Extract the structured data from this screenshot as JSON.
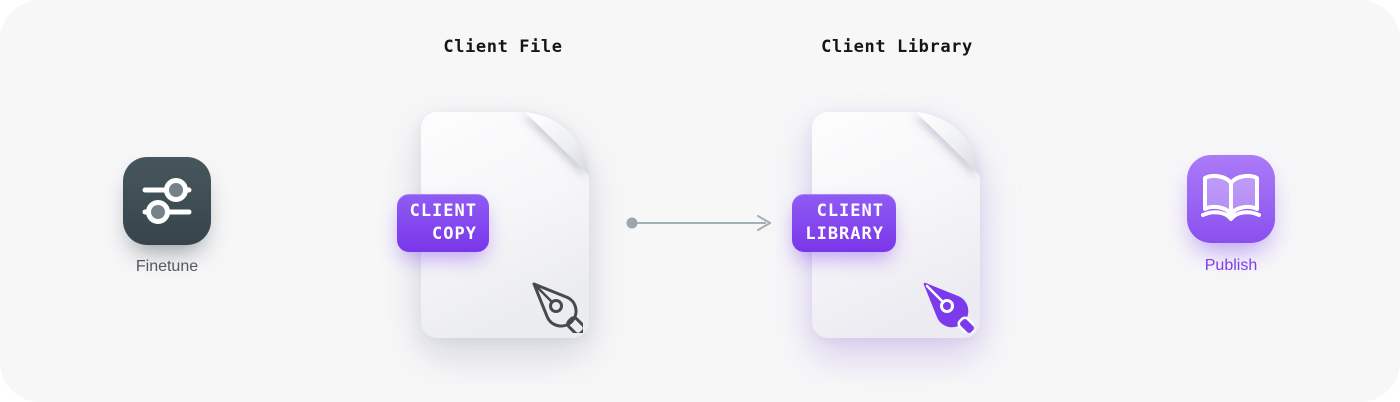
{
  "diagram": {
    "finetune": {
      "label": "Finetune",
      "icon": "sliders-icon"
    },
    "client_file": {
      "title": "Client File",
      "badge": {
        "line1": "CLIENT",
        "line2": "COPY"
      },
      "icon": "pen-nib-outline-icon"
    },
    "arrow": {
      "direction": "right",
      "from": "client_file",
      "to": "client_library"
    },
    "client_library": {
      "title": "Client Library",
      "badge": {
        "line1": "CLIENT",
        "line2": "LIBRARY"
      },
      "icon": "pen-nib-filled-icon"
    },
    "publish": {
      "label": "Publish",
      "icon": "open-book-icon"
    }
  },
  "colors": {
    "background": "#f7f7f8",
    "accent_purple": "#7c3aed",
    "badge_gradient_top": "#8f5cf4",
    "badge_gradient_bottom": "#7a36e9",
    "slate_tile": "#3f4d54",
    "publish_tile_top": "#ab7bf8",
    "publish_tile_bottom": "#8a50ef",
    "arrow_gray": "#a3b0b6",
    "title_text": "#151619",
    "finetune_label_text": "#54575c",
    "publish_label_text": "#7d3de9",
    "paper_top": "#fdfdfe",
    "paper_bottom": "#ebecef",
    "pen_outline_stroke": "#46494e"
  }
}
